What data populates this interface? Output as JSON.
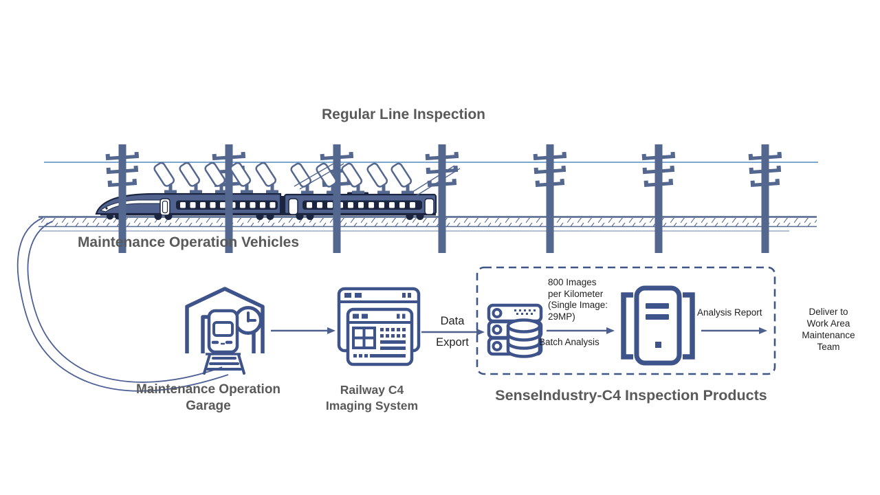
{
  "titles": {
    "main": "Regular Line Inspection",
    "vehicles": "Maintenance Operation Vehicles",
    "garage": "Maintenance Operation\nGarage",
    "imaging": "Railway C4\nImaging System",
    "products": "SenseIndustry-C4 Inspection Products"
  },
  "flow": {
    "data_word": "Data",
    "export_word": "Export",
    "images_note": "800 Images\nper Kilometer\n(Single Image:\n29MP)",
    "batch_analysis": "Batch Analysis",
    "analysis_report": "Analysis Report",
    "deliver_note": "Deliver to\nWork Area\nMaintenance\nTeam"
  },
  "colors": {
    "illustration_blue": "#54678f",
    "train_body": "#51628e",
    "train_outline": "#1b2540",
    "icon_stroke": "#3e5389",
    "wire_blue": "#2e74b5",
    "dashed_border": "#3f5584",
    "arrow": "#4d5f8c",
    "heading_gray": "#595959",
    "text_black": "#1f1f1f"
  }
}
